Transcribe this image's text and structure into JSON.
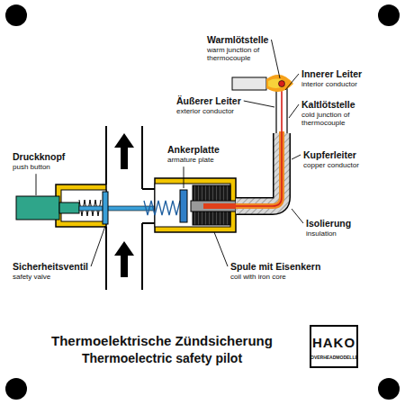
{
  "diagram": {
    "title": "Thermoelektrische Zündsicherung",
    "caption": "Thermoelectric safety pilot",
    "labels": [
      "Warmlötstelle",
      "warm junction of thermocouple",
      "Innerer Leiter",
      "interior conductor",
      "Äußerer Leiter",
      "exterior conductor",
      "Kaltlötstelle",
      "cold junction of thermocouple",
      "Kupferleiter",
      "copper conductor",
      "Druckknopf",
      "push button",
      "Ankerplatte",
      "armature plate",
      "Isolierung",
      "insulation",
      "Sicherheitsventil",
      "safety valve",
      "Spule mit Eisenkern",
      "coil with iron core",
      "HAKO",
      "OVERHEADMODELLE"
    ]
  }
}
